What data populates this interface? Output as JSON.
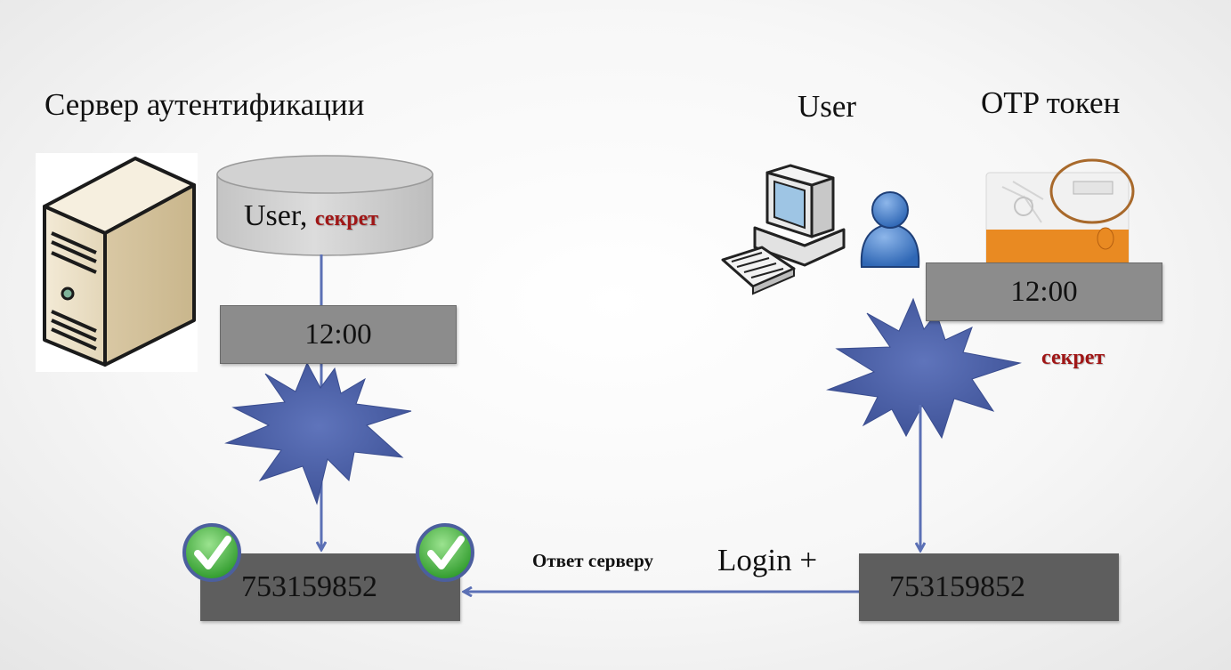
{
  "headings": {
    "server": "Сервер аутентификации",
    "user": "User",
    "token": "OTP токен"
  },
  "database": {
    "user_label": "User,",
    "secret_label": "секрет"
  },
  "server_time": "12:00",
  "token_time": "12:00",
  "token_secret": "секрет",
  "server_code": "753159852",
  "client_code": "753159852",
  "response_label": "Ответ серверу",
  "login_label": "Login +",
  "colors": {
    "arrow": "#5b70b5",
    "starburst": "#4e63a8",
    "secret_text": "#a01616",
    "check": "#3fae3c"
  }
}
